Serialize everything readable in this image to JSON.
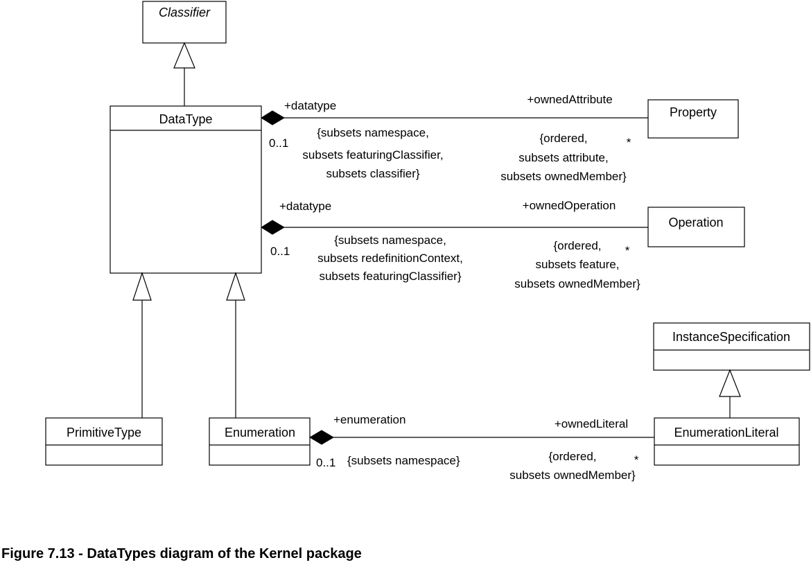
{
  "classes": {
    "classifier": "Classifier",
    "datatype": "DataType",
    "property": "Property",
    "operation": "Operation",
    "instance_specification": "InstanceSpecification",
    "primitive_type": "PrimitiveType",
    "enumeration": "Enumeration",
    "enumeration_literal": "EnumerationLiteral"
  },
  "assoc_property": {
    "source_role": "+datatype",
    "source_mult": "0..1",
    "source_constraint": [
      "{subsets namespace,",
      "subsets featuringClassifier,",
      "subsets classifier}"
    ],
    "target_role": "+ownedAttribute",
    "target_mult": "*",
    "target_constraint": [
      "{ordered,",
      "subsets attribute,",
      "subsets ownedMember}"
    ]
  },
  "assoc_operation": {
    "source_role": "+datatype",
    "source_mult": "0..1",
    "source_constraint": [
      "{subsets namespace,",
      "subsets redefinitionContext,",
      "subsets featuringClassifier}"
    ],
    "target_role": "+ownedOperation",
    "target_mult": "*",
    "target_constraint": [
      "{ordered,",
      "subsets feature,",
      "subsets ownedMember}"
    ]
  },
  "assoc_literal": {
    "source_role": "+enumeration",
    "source_mult": "0..1",
    "source_constraint": "{subsets namespace}",
    "target_role": "+ownedLiteral",
    "target_mult": "*",
    "target_constraint": [
      "{ordered,",
      "subsets ownedMember}"
    ]
  },
  "caption": "Figure 7.13 - DataTypes diagram of the Kernel package"
}
